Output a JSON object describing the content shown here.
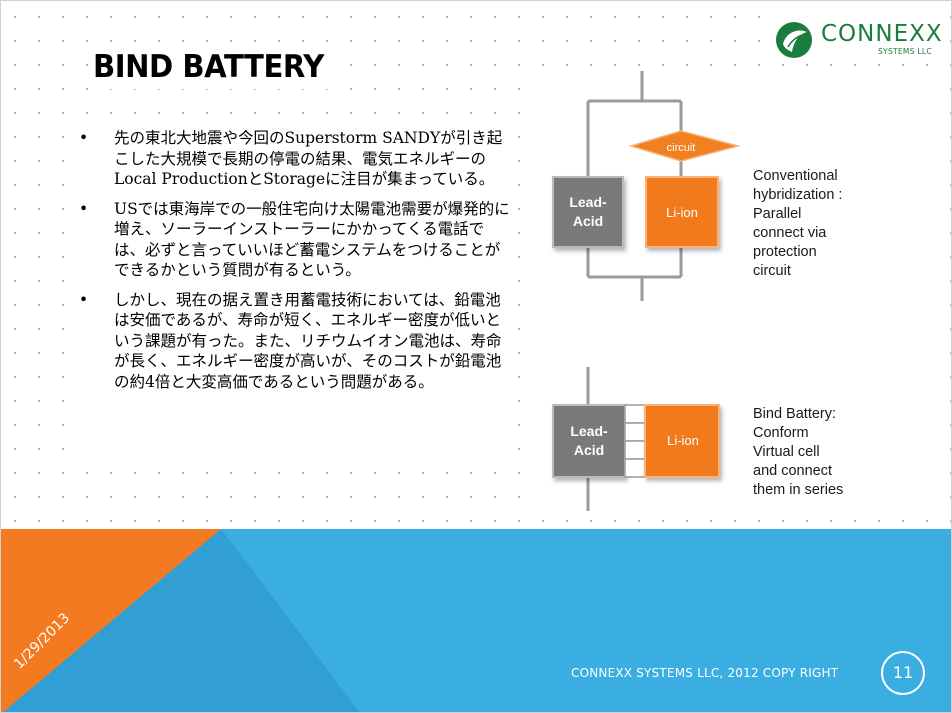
{
  "slide": {
    "title": "BIND BATTERY",
    "bullets": [
      {
        "marker": "•",
        "text": "先の東北大地震や今回のSuperstorm SANDYが引き起こした大規模で長期の停電の結果、電気エネルギーのLocal ProductionとStorageに注目が集まっている。"
      },
      {
        "marker": "•",
        "text": "USでは東海岸での一般住宅向け太陽電池需要が爆発的に増え、ソーラーインストーラーにかかってくる電話では、必ずと言っていいほど蓄電システムをつけることができるかという質問が有るという。"
      },
      {
        "marker": "•",
        "text": "しかし、現在の据え置き用蓄電技術においては、鉛電池は安価であるが、寿命が短く、エネルギー密度が低いという課題が有った。また、リチウムイオン電池は、寿命が長く、エネルギー密度が高いが、そのコストが鉛電池の約4倍と大変高価であるという問題がある。"
      }
    ]
  },
  "logo": {
    "name": "CONNEXX",
    "subtitle": "SYSTEMS LLC",
    "icon": "leaf-circle-logo",
    "color": "#1b7c3f"
  },
  "diagram": {
    "top": {
      "lead_acid_label": [
        "Lead-",
        "Acid"
      ],
      "li_ion_label": "Li-ion",
      "circuit_label": "circuit",
      "caption": [
        "Conventional",
        "hybridization :",
        "Parallel",
        "connect via",
        "protection",
        "circuit"
      ]
    },
    "bottom": {
      "lead_acid_label": [
        "Lead-",
        "Acid"
      ],
      "li_ion_label": "Li-ion",
      "caption": [
        "Bind Battery:",
        "Conform",
        "Virtual cell",
        "and connect",
        "them in series"
      ]
    },
    "colors": {
      "lead_acid": "#7a7a7a",
      "li_ion": "#f07a1a",
      "wire": "#9a9a9a"
    }
  },
  "footer": {
    "date": "1/29/2013",
    "copyright": "CONNEXX SYSTEMS LLC, 2012 COPY RIGHT",
    "page_number": "11",
    "colors": {
      "blue": "#3aaee0",
      "orange": "#f47a22"
    }
  }
}
